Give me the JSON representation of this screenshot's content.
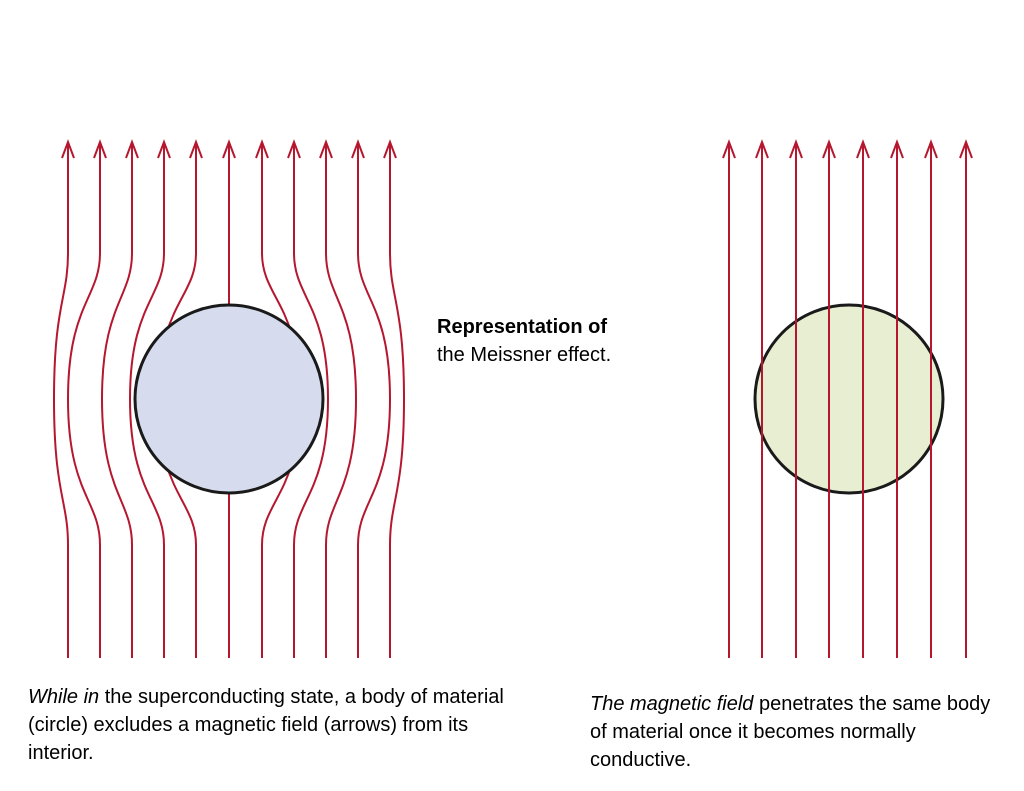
{
  "colors": {
    "field_line": "#b5172f",
    "superconducting_body": "#d6dcee",
    "normal_body": "#e8eed2",
    "outline": "#1a1a1a"
  },
  "center_caption": {
    "title": "Representation of",
    "body": "the Meissner effect."
  },
  "left_caption": {
    "italic": "While in",
    "text": " the superconducting state, a body of material (circle) excludes a magnetic field (arrows) from its interior."
  },
  "right_caption": {
    "italic": "The magnetic field",
    "text": " penetrates the same body of material once it becomes normally conductive."
  },
  "panels": {
    "left": {
      "state": "superconducting",
      "field_lines": 11,
      "field_excluded": true
    },
    "right": {
      "state": "normally conductive",
      "field_lines": 8,
      "field_excluded": false
    }
  }
}
